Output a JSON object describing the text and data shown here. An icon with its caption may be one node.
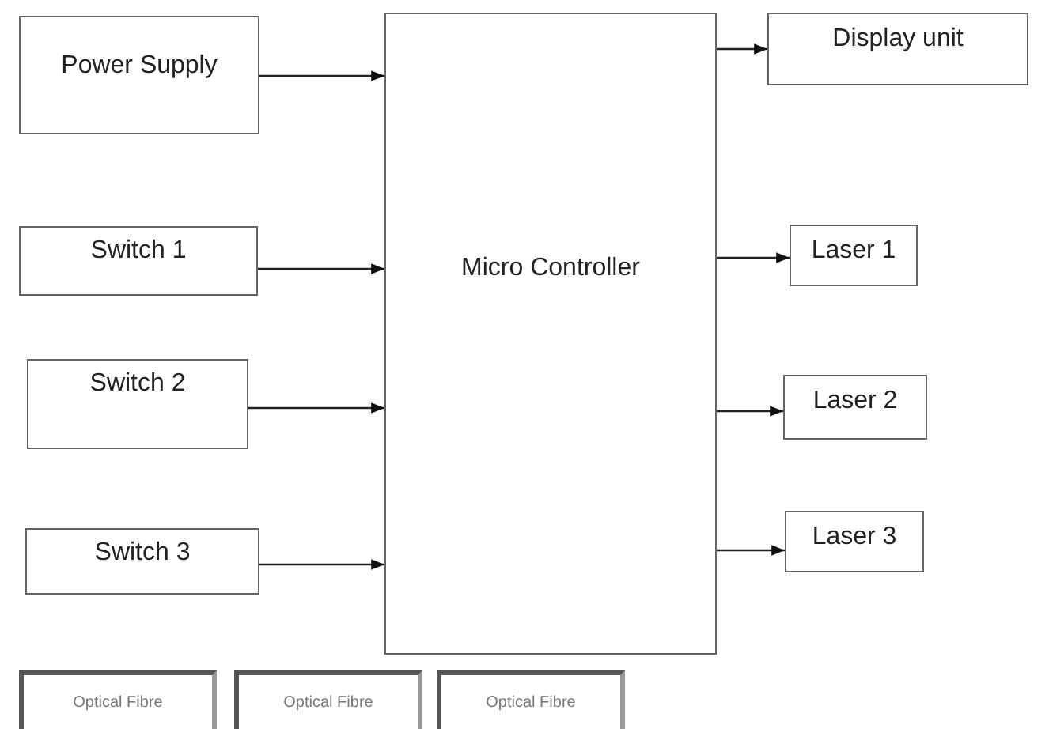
{
  "diagram": {
    "nodes": [
      {
        "text": [
          "Power Supply"
        ]
      },
      {
        "text": [
          "Switch 1"
        ]
      },
      {
        "text": [
          "Switch 2"
        ]
      },
      {
        "text": [
          "Switch 3"
        ]
      },
      {
        "text": [
          "Micro Controller"
        ]
      },
      {
        "text": [
          "Display unit"
        ]
      },
      {
        "text": [
          "Laser 1"
        ]
      },
      {
        "text": [
          "Laser 2"
        ]
      },
      {
        "text": [
          "Laser 3"
        ]
      },
      {
        "text": [
          "Optical Fibre"
        ]
      },
      {
        "text": [
          "Optical Fibre"
        ]
      },
      {
        "text": [
          "Optical Fibre"
        ]
      }
    ],
    "edges": [
      {
        "from": 0,
        "to": 4,
        "arrow": "to"
      },
      {
        "from": 1,
        "to": 4,
        "arrow": "to"
      },
      {
        "from": 2,
        "to": 4,
        "arrow": "to"
      },
      {
        "from": 3,
        "to": 4,
        "arrow": "to"
      },
      {
        "from": 4,
        "to": 5,
        "arrow": "to"
      },
      {
        "from": 4,
        "to": 6,
        "arrow": "to"
      },
      {
        "from": 4,
        "to": 7,
        "arrow": "to"
      },
      {
        "from": 4,
        "to": 8,
        "arrow": "to"
      }
    ]
  }
}
